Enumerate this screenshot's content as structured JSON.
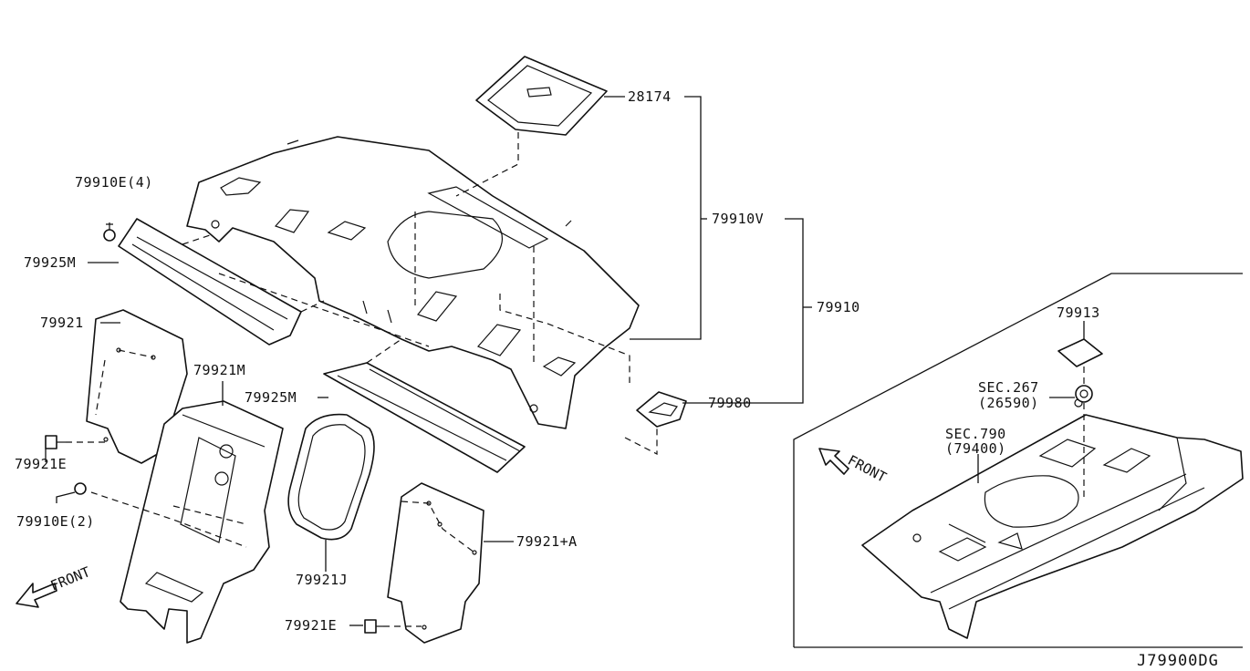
{
  "labels": {
    "l28174": "28174",
    "l79910e4": "79910E(4)",
    "l79925m_a": "79925M",
    "l79910v": "79910V",
    "l79910": "79910",
    "l79921": "79921",
    "l79921m": "79921M",
    "l79925m_b": "79925M",
    "l79980": "79980",
    "l79921e_a": "79921E",
    "l79910e2": "79910E(2)",
    "l79921j": "79921J",
    "l79921a": "79921+A",
    "l79921e_b": "79921E",
    "l79913": "79913",
    "lsec267": "SEC.267",
    "l26590": "(26590)",
    "lsec790": "SEC.790",
    "l79400": "(79400)"
  },
  "front_marks": {
    "main": "FRONT",
    "inset": "FRONT"
  },
  "diagram_code": "J79900DG"
}
